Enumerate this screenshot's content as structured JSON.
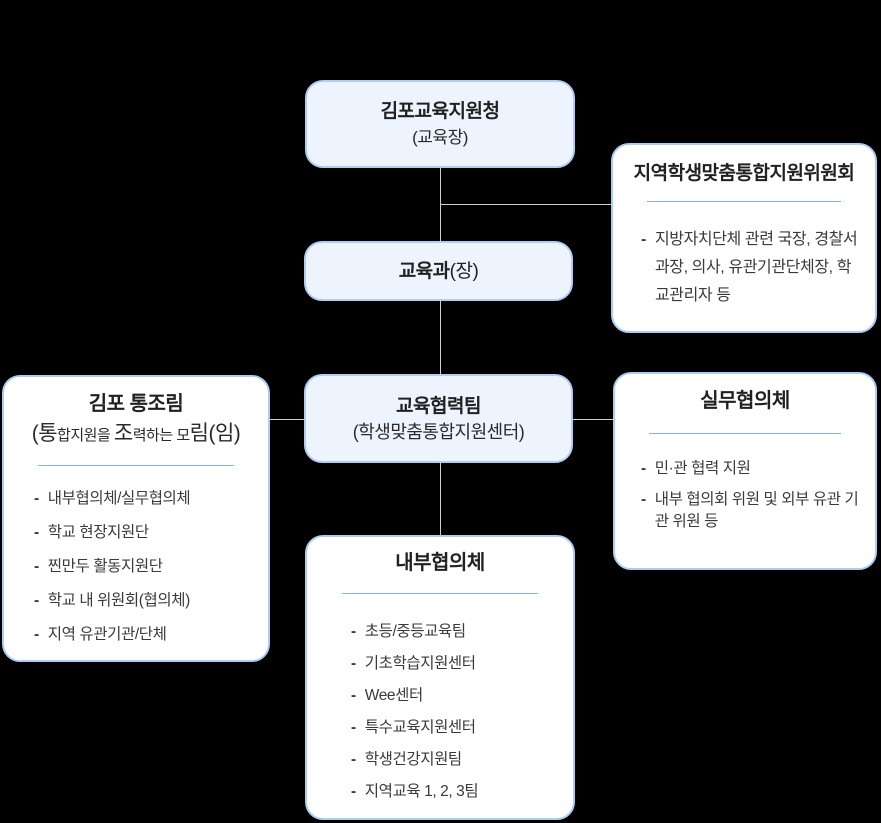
{
  "colors": {
    "background": "#000000",
    "blue_box_fill": "#edf4fe",
    "blue_box_border": "#aecef7",
    "white_box_fill": "#ffffff",
    "white_box_border": "#a9cdf3",
    "divider": "#85b3e9",
    "connector": "#cdcdcd",
    "title_text": "#212121",
    "body_text": "#3a3a3a"
  },
  "org_chart": {
    "office": {
      "title": "김포교육지원청",
      "subtitle": "(교육장)"
    },
    "regional_committee": {
      "title": "지역학생맞춤통합지원위원회",
      "items": [
        "지방자치단체 관련 국장, 경찰서 과장, 의사, 유관기관단체장, 학교관리자 등"
      ]
    },
    "education_division": {
      "title_bold": "교육과",
      "title_paren": "(장)"
    },
    "cooperation_team": {
      "title": "교육협력팀",
      "subtitle": "(학생맞춤통합지원센터)"
    },
    "tongjorim": {
      "title": "김포 통조림",
      "subtitle_segments": [
        {
          "text": "(통",
          "large": true
        },
        {
          "text": "합지원을 ",
          "large": false
        },
        {
          "text": "조",
          "large": true
        },
        {
          "text": "력하는 ",
          "large": false
        },
        {
          "text": "모",
          "large": false
        },
        {
          "text": "림(임)",
          "large": true
        }
      ],
      "items": [
        "내부협의체/실무협의체",
        "학교 현장지원단",
        "찐만두 활동지원단",
        "학교 내 위원회(협의체)",
        "지역 유관기관/단체"
      ]
    },
    "working_council": {
      "title": "실무협의체",
      "items": [
        "민·관 협력 지원",
        "내부 협의회 위원 및  외부 유관 기관 위원 등"
      ]
    },
    "internal_council": {
      "title": "내부협의체",
      "items": [
        "초등/중등교육팀",
        "기초학습지원센터",
        "Wee센터",
        "특수교육지원센터",
        "학생건강지원팀",
        "지역교육 1, 2, 3팀"
      ]
    }
  }
}
